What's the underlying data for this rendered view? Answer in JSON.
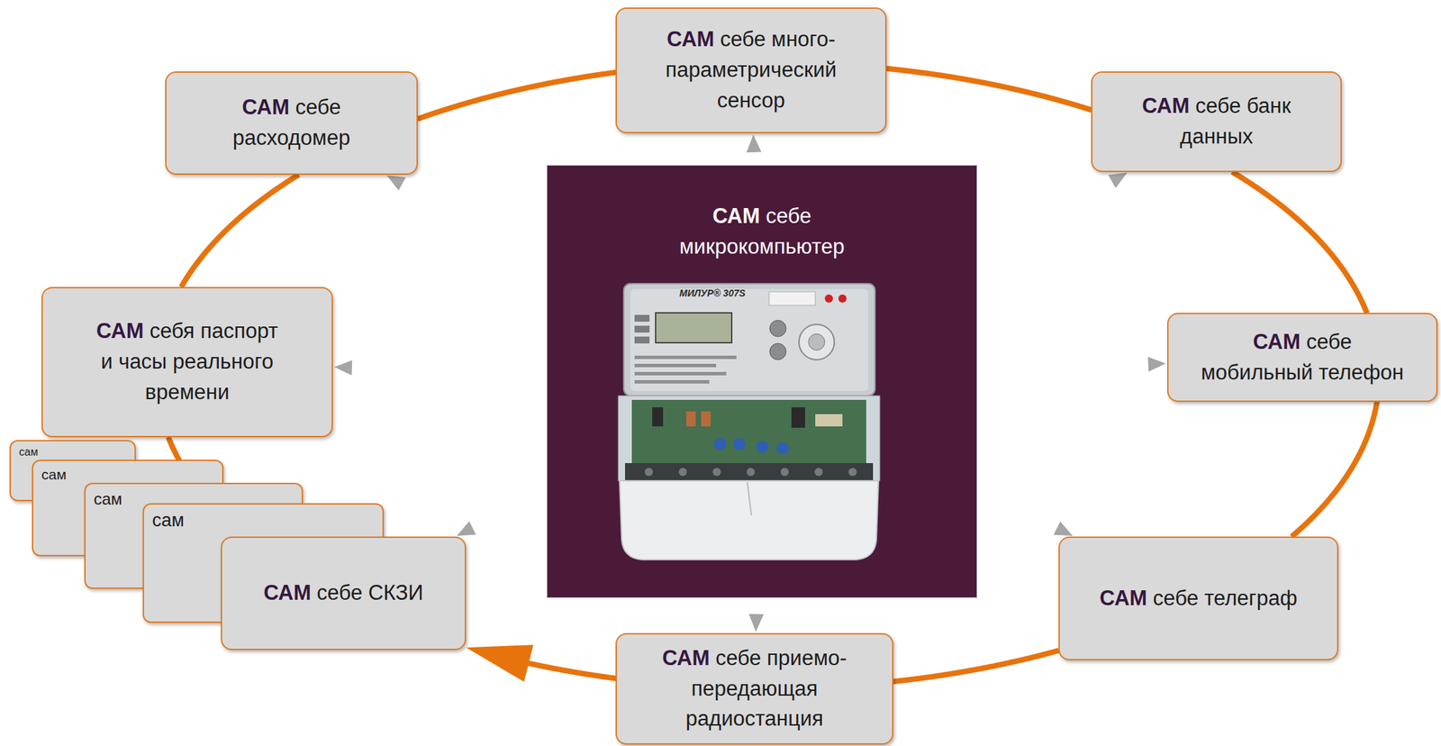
{
  "diagram": {
    "nodes": [
      {
        "text": [
          "САМ себе много-параметрический сенсор"
        ]
      },
      {
        "text": [
          "САМ себе расходомер"
        ]
      },
      {
        "text": [
          "САМ себе банк данных"
        ]
      },
      {
        "text": [
          "САМ себе микрокомпьютер"
        ]
      },
      {
        "text": [
          "САМ себя паспорт и часы реального времени"
        ]
      },
      {
        "text": [
          "САМ себе мобильный телефон"
        ]
      },
      {
        "text": [
          "сам"
        ]
      },
      {
        "text": [
          "сам"
        ]
      },
      {
        "text": [
          "сам"
        ]
      },
      {
        "text": [
          "сам"
        ]
      },
      {
        "text": [
          "САМ себе СКЗИ"
        ]
      },
      {
        "text": [
          "САМ себе телеграф"
        ]
      },
      {
        "text": [
          "САМ себе приемо-передающая радиостанция"
        ]
      }
    ],
    "edges": [
      {
        "from": 3,
        "to": 0,
        "arrow": "to"
      },
      {
        "from": 3,
        "to": 1,
        "arrow": "to"
      },
      {
        "from": 3,
        "to": 2,
        "arrow": "to"
      },
      {
        "from": 3,
        "to": 4,
        "arrow": "to"
      },
      {
        "from": 3,
        "to": 5,
        "arrow": "to"
      },
      {
        "from": 3,
        "to": 10,
        "arrow": "to"
      },
      {
        "from": 3,
        "to": 11,
        "arrow": "to"
      },
      {
        "from": 3,
        "to": 12,
        "arrow": "to"
      },
      {
        "from": 1,
        "to": 0,
        "arrow": "none"
      },
      {
        "from": 0,
        "to": 2,
        "arrow": "none"
      },
      {
        "from": 2,
        "to": 5,
        "arrow": "none"
      },
      {
        "from": 5,
        "to": 11,
        "arrow": "none"
      },
      {
        "from": 11,
        "to": 12,
        "arrow": "none"
      },
      {
        "from": 12,
        "to": 10,
        "arrow": "to"
      },
      {
        "from": 10,
        "to": 4,
        "arrow": "none"
      },
      {
        "from": 4,
        "to": 1,
        "arrow": "none"
      }
    ],
    "labels": [
      "МИЛУР® 307S"
    ]
  }
}
